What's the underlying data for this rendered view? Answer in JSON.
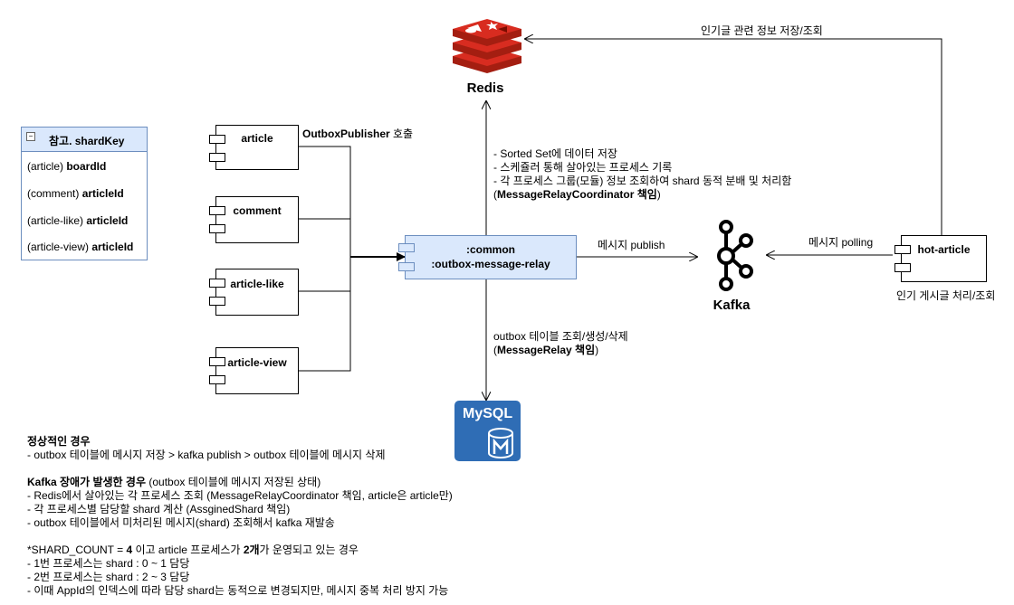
{
  "shard_key": {
    "title": "참고. shardKey",
    "rows": [
      {
        "prefix": "(article) ",
        "key": "boardId"
      },
      {
        "prefix": "(comment) ",
        "key": "articleId"
      },
      {
        "prefix": "(article-like) ",
        "key": "articleId"
      },
      {
        "prefix": "(article-view) ",
        "key": "articleId"
      }
    ]
  },
  "services": {
    "article": "article",
    "comment": "comment",
    "article_like": "article-like",
    "article_view": "article-view",
    "hot_article": "hot-article"
  },
  "relay": {
    "line1": ":common",
    "line2": ":outbox-message-relay"
  },
  "labels": {
    "outbox_publisher": "OutboxPublisher",
    "outbox_publisher_suffix": " 호출",
    "redis": "Redis",
    "kafka": "Kafka",
    "mysql_logo": "MySQL",
    "publish": "메시지 publish",
    "polling": "메시지 polling",
    "hot_article_desc": "인기 게시글 처리/조회",
    "hot_to_redis": "인기글 관련 정보 저장/조회"
  },
  "redis_notes": {
    "l1": "- Sorted Set에 데이터 저장",
    "l2": "- 스케쥴러 통해 살아있는 프로세스 기록",
    "l3": "- 각 프로세스 그룹(모듈) 정보 조회하여 shard 동적 분배 및 처리함",
    "l4_bold": "MessageRelayCoordinator 책임",
    "l4_open": "(",
    "l4_close": ")"
  },
  "mysql_notes": {
    "l1": "outbox 테이블 조회/생성/삭제",
    "l2_bold": "MessageRelay 책임",
    "l2_open": "(",
    "l2_close": ")"
  },
  "notes": {
    "normal_title": "정상적인 경우",
    "normal_l1": "- outbox 테이블에 메시지 저장 > kafka publish > outbox 테이블에 메시지 삭제",
    "kafka_title": "Kafka 장애가 발생한 경우",
    "kafka_title_suffix": " (outbox 테이블에 메시지 저장된 상태)",
    "kafka_l1": "- Redis에서 살아있는 각 프로세스 조회 (MessageRelayCoordinator 책임, article은 article만)",
    "kafka_l2": "- 각 프로세스별 담당할 shard 계산 (AssginedShard 책임)",
    "kafka_l3": "- outbox 테이블에서 미처리된 메시지(shard) 조회해서 kafka 재발송",
    "shard_prefix": "*SHARD_COUNT = ",
    "shard_count": "4",
    "shard_mid": " 이고 article 프로세스가 ",
    "shard_procs": "2개",
    "shard_suffix": "가 운영되고 있는 경우",
    "shard_l1": "- 1번 프로세스는 shard : 0 ~ 1 담당",
    "shard_l2": "- 2번 프로세스는 shard : 2 ~ 3 담당",
    "shard_l3": "- 이때 AppId의 인덱스에 따라 담당 shard는 동적으로 변경되지만, 메시지 중복 처리 방지 가능"
  },
  "colors": {
    "relay_fill": "#dae8fc",
    "relay_stroke": "#6c8ebf",
    "redis_red": "#d82c20",
    "mysql_blue": "#2f6db5"
  }
}
